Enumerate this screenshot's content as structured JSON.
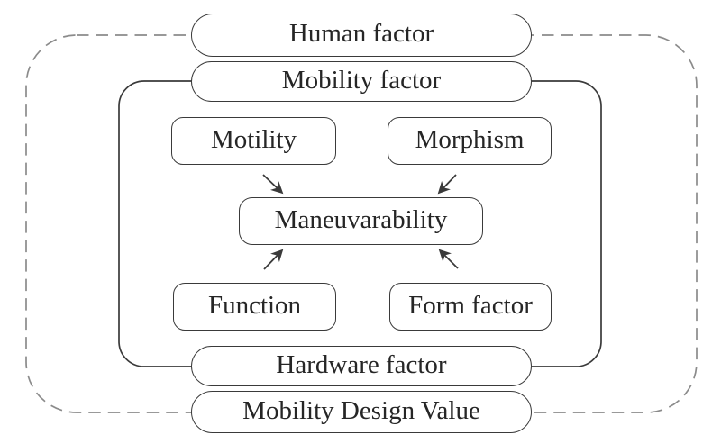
{
  "diagram": {
    "type": "nested-factor-diagram",
    "nodes": {
      "human_factor": "Human factor",
      "mobility_factor": "Mobility factor",
      "motility": "Motility",
      "morphism": "Morphism",
      "maneuvarability": "Maneuvarability",
      "function": "Function",
      "form_factor": "Form factor",
      "hardware_factor": "Hardware factor",
      "mobility_design_value": "Mobility Design Value"
    },
    "edges": [
      {
        "from": "Motility",
        "to": "Maneuvarability"
      },
      {
        "from": "Morphism",
        "to": "Maneuvarability"
      },
      {
        "from": "Function",
        "to": "Maneuvarability"
      },
      {
        "from": "Form factor",
        "to": "Maneuvarability"
      }
    ],
    "boundaries": [
      {
        "style": "dashed",
        "top_label": "Human factor",
        "bottom_label": "Mobility Design Value"
      },
      {
        "style": "solid",
        "top_label": "Mobility factor",
        "bottom_label": "Hardware factor"
      }
    ],
    "colors": {
      "solid_line": "#3a3a3a",
      "dashed_line": "#8b8b8b",
      "text": "#262626",
      "background": "#ffffff"
    }
  }
}
